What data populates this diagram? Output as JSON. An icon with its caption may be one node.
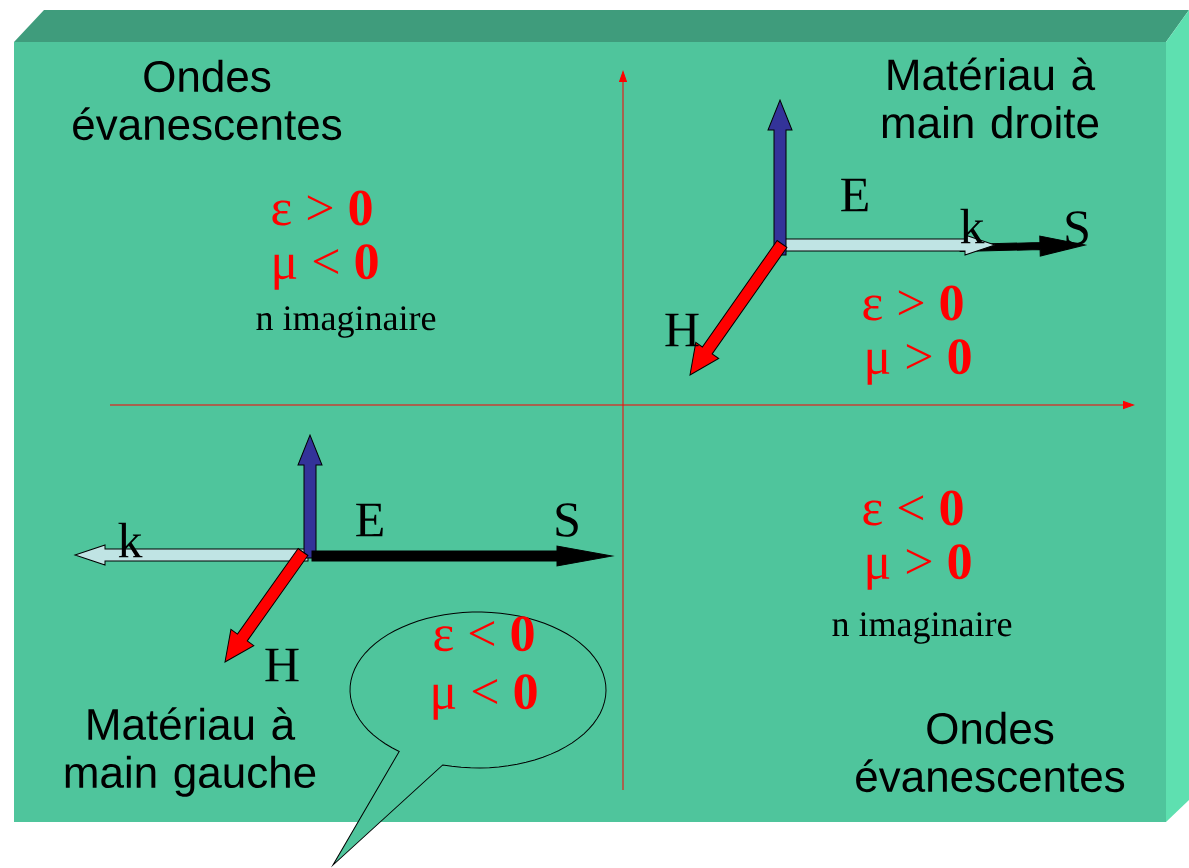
{
  "diagram": {
    "nodes": [
      {
        "text": [
          "ε < **0**",
          "μ < **0**"
        ]
      }
    ],
    "labels": [
      "Ondes évanescentes",
      "Matériau à main droite",
      "ε > **0**",
      "μ < **0**",
      "n imaginaire",
      "E",
      "k",
      "S",
      "H",
      "ε > **0**",
      "μ > **0**",
      "k",
      "E",
      "S",
      "ε < **0**",
      "μ > **0**",
      "H",
      "n imaginaire",
      "Matériau à main gauche",
      "Ondes évanescentes"
    ]
  }
}
